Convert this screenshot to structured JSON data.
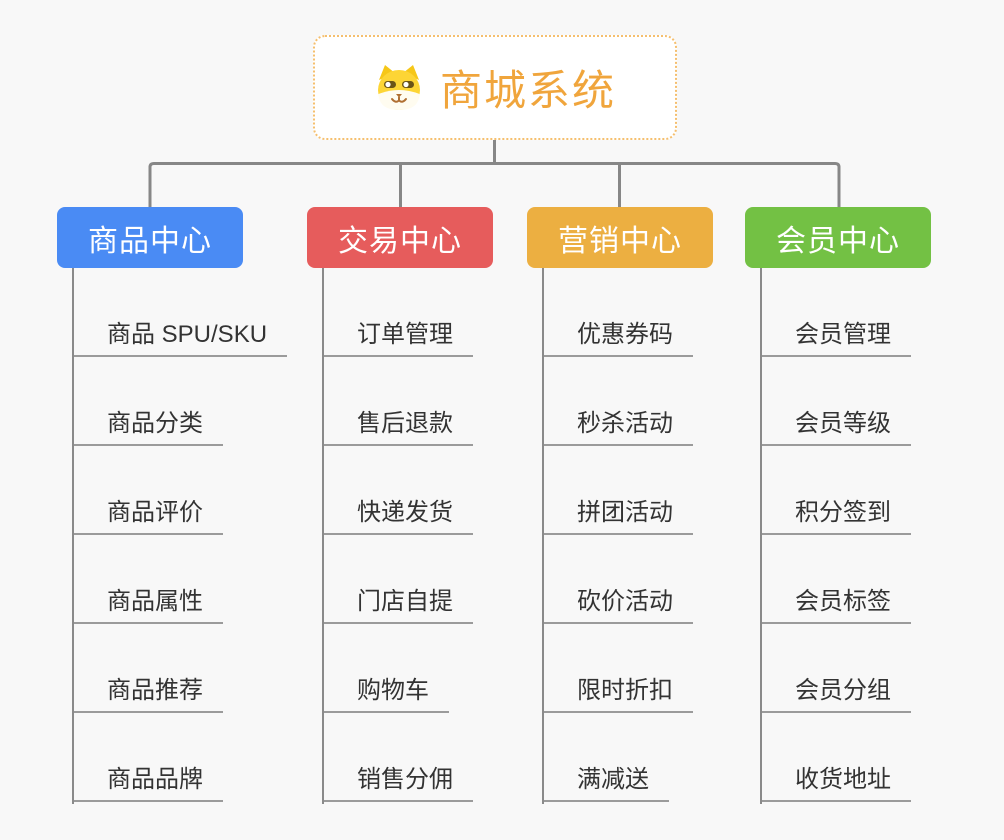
{
  "root": {
    "title": "商城系统",
    "icon": "dog-face-icon"
  },
  "branches": [
    {
      "label": "商品中心",
      "color": "#4a8bf4",
      "items": [
        "商品 SPU/SKU",
        "商品分类",
        "商品评价",
        "商品属性",
        "商品推荐",
        "商品品牌"
      ]
    },
    {
      "label": "交易中心",
      "color": "#e65c5c",
      "items": [
        "订单管理",
        "售后退款",
        "快递发货",
        "门店自提",
        "购物车",
        "销售分佣"
      ]
    },
    {
      "label": "营销中心",
      "color": "#ecaf41",
      "items": [
        "优惠券码",
        "秒杀活动",
        "拼团活动",
        "砍价活动",
        "限时折扣",
        "满减送"
      ]
    },
    {
      "label": "会员中心",
      "color": "#73c144",
      "items": [
        "会员管理",
        "会员等级",
        "积分签到",
        "会员标签",
        "会员分组",
        "收货地址"
      ]
    }
  ],
  "colors": {
    "background": "#f8f8f8",
    "connector": "#878787",
    "underline": "#9b9b9b",
    "item_text": "#333333",
    "root_text": "#f0a53c",
    "root_border": "#f5bf6e"
  }
}
